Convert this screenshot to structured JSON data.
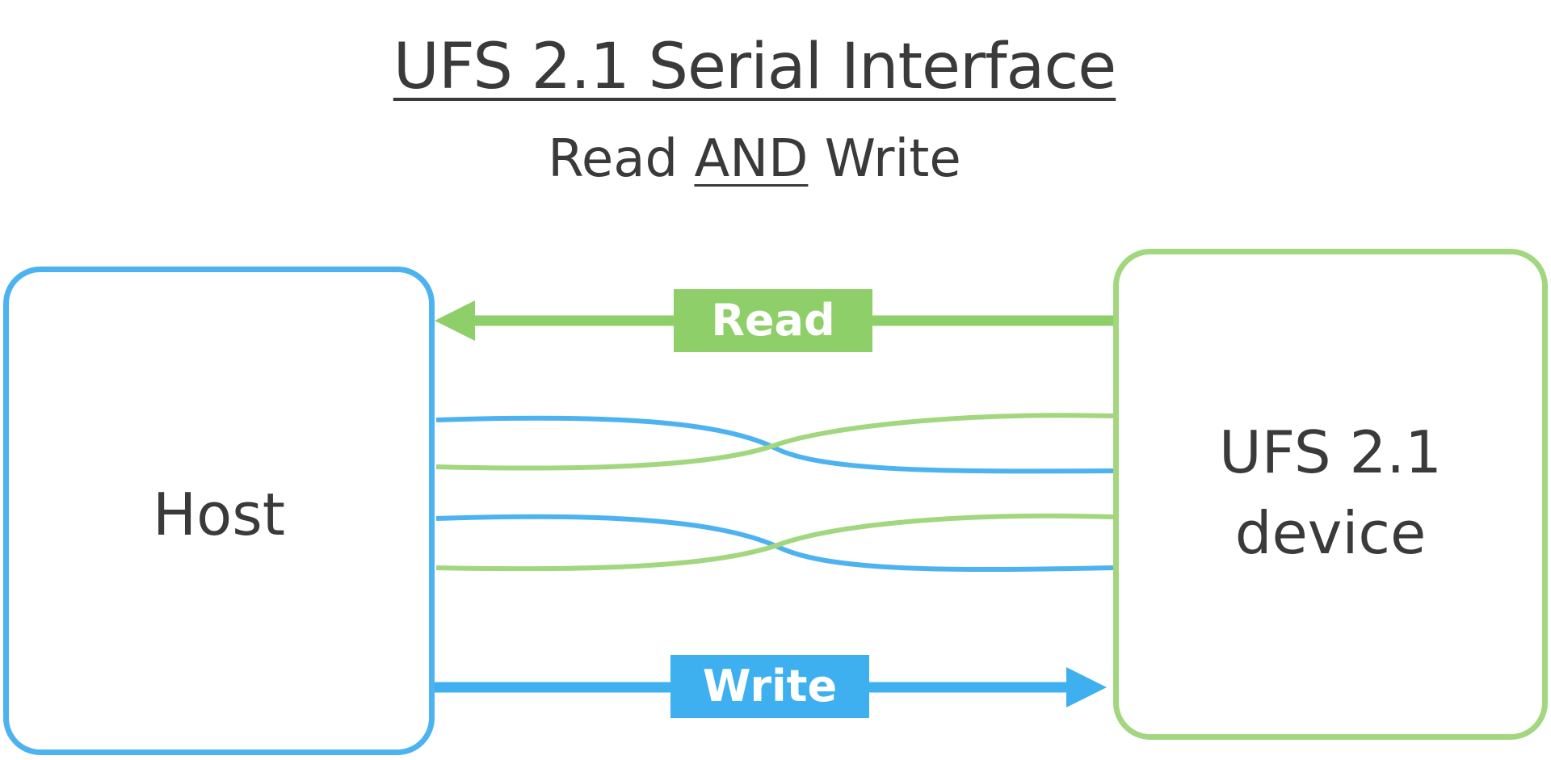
{
  "title": "UFS 2.1 Serial Interface",
  "subtitle": {
    "before": "Read ",
    "emphasis": "AND",
    "after": " Write"
  },
  "host": {
    "label": "Host"
  },
  "device": {
    "label": "UFS 2.1\ndevice"
  },
  "read_tag": "Read",
  "write_tag": "Write",
  "colors": {
    "host_blue": "#4db3f0",
    "device_green": "#a3d77f",
    "text": "#3a3a3a"
  },
  "icons": [
    "read-arrow-icon",
    "write-arrow-icon"
  ]
}
